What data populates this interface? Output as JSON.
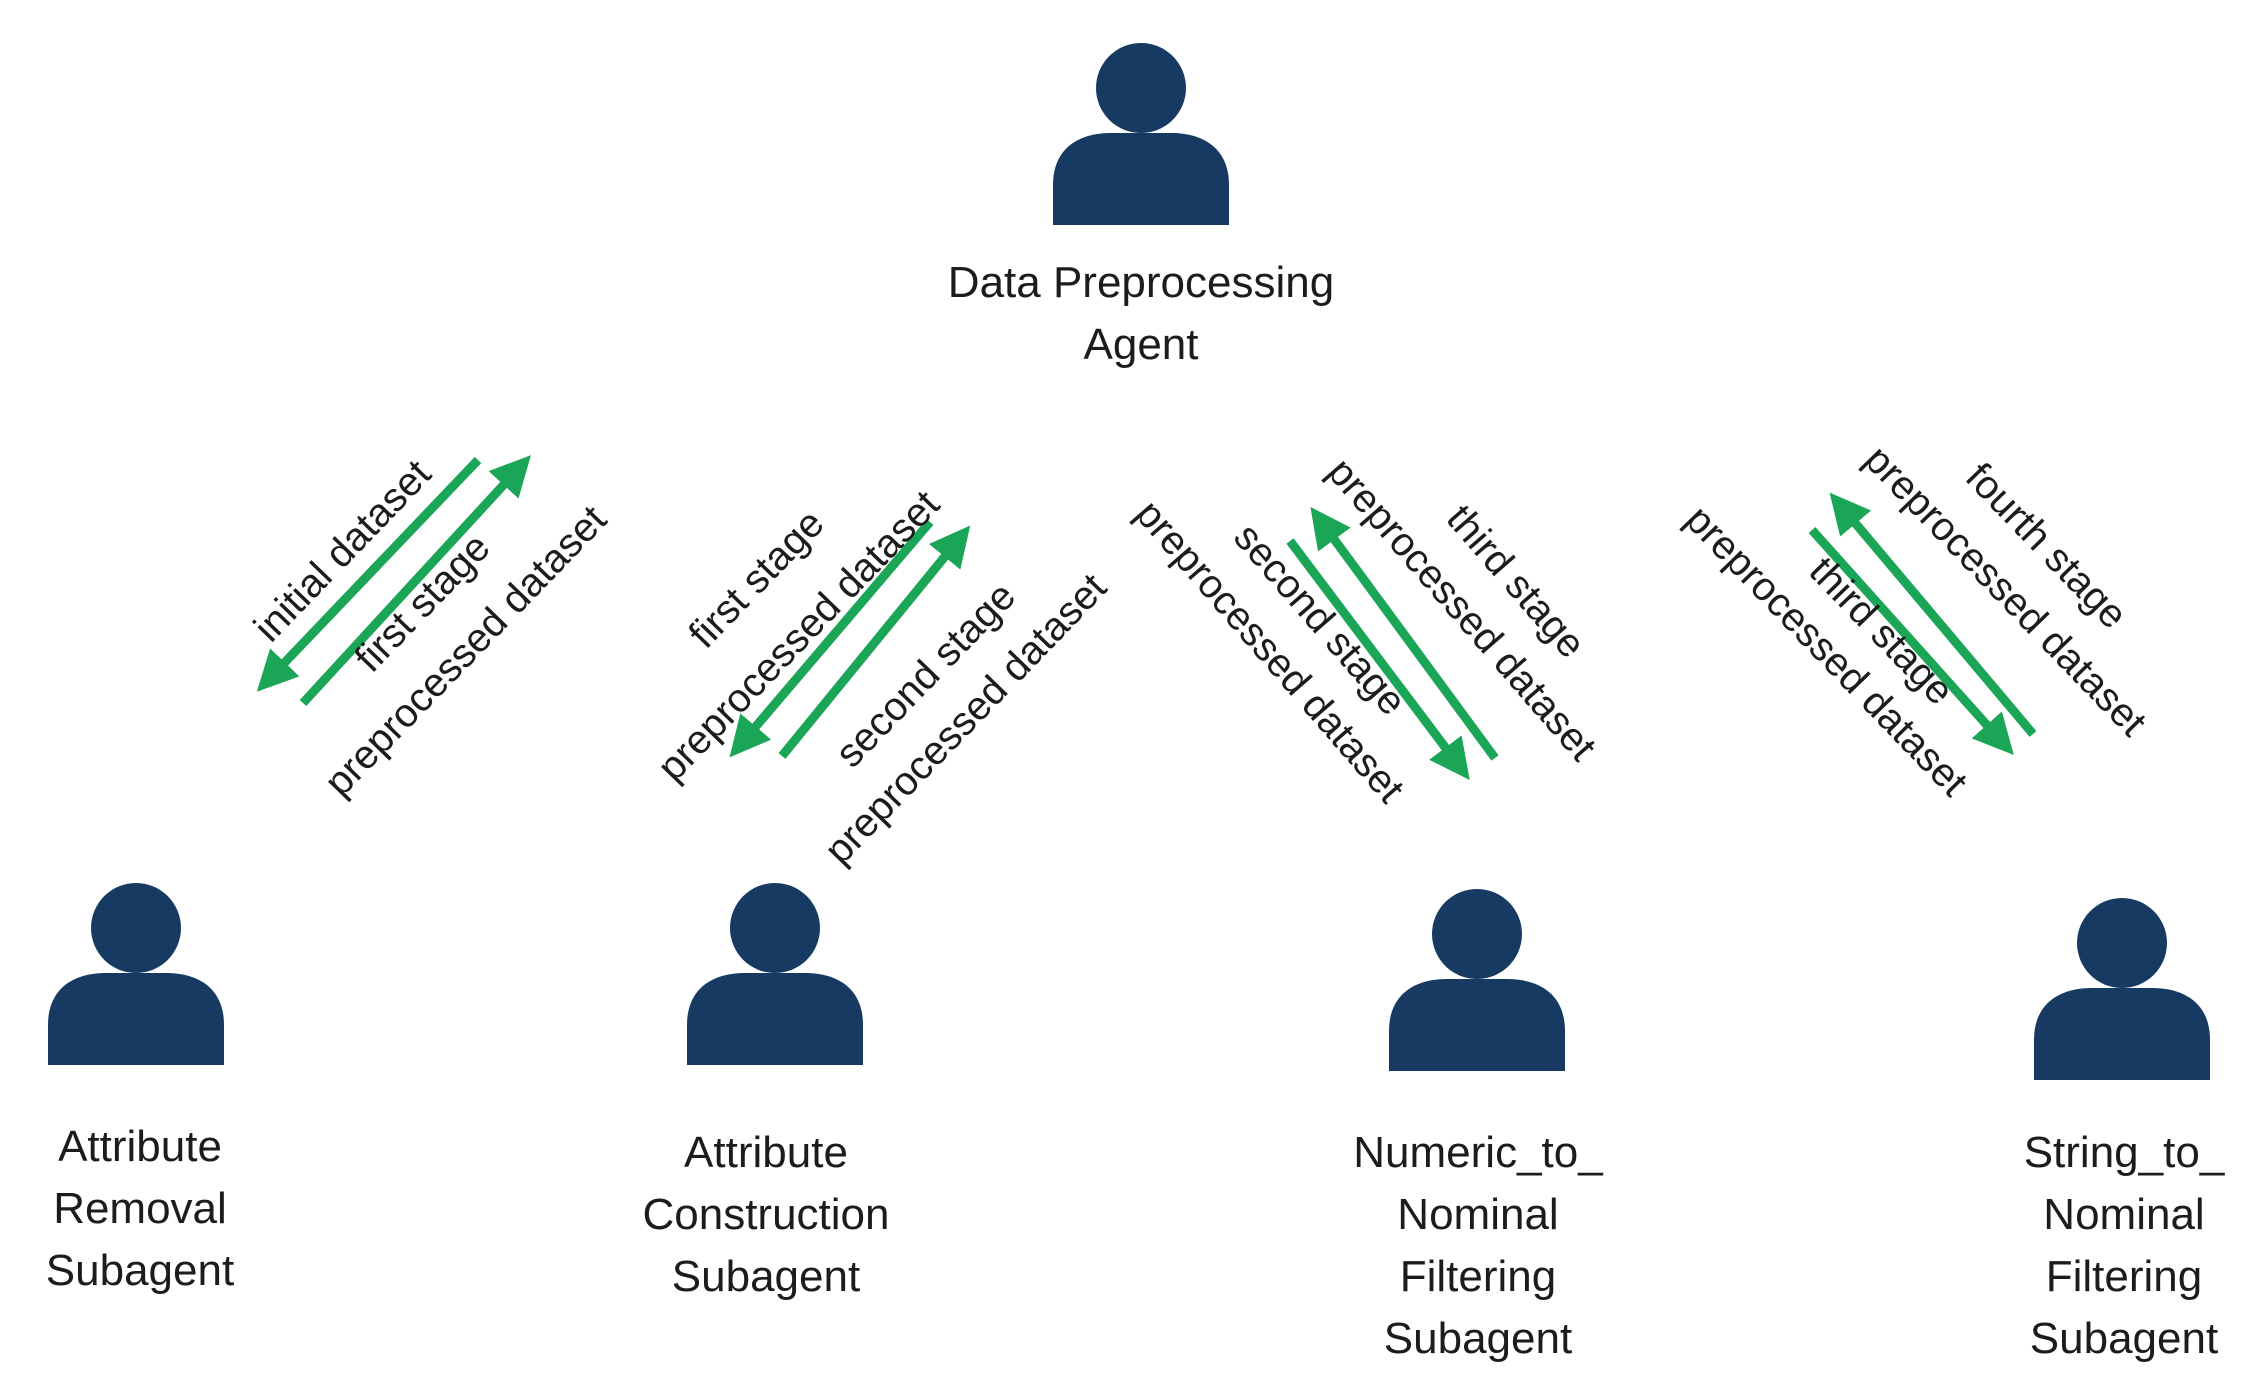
{
  "colors": {
    "person": "#173a63",
    "arrow": "#1aa557",
    "text": "#1c1c1c",
    "background": "#ffffff"
  },
  "agent": {
    "icon": "person-icon",
    "label_lines": [
      "Data Preprocessing",
      "Agent"
    ]
  },
  "subagents": [
    {
      "id": "attribute-removal",
      "icon": "person-icon",
      "label_lines": [
        "Attribute",
        "Removal",
        "Subagent"
      ]
    },
    {
      "id": "attribute-construction",
      "icon": "person-icon",
      "label_lines": [
        "Attribute",
        "Construction",
        "Subagent"
      ]
    },
    {
      "id": "numeric-to-nominal",
      "icon": "person-icon",
      "label_lines": [
        "Numeric_to_",
        "Nominal",
        "Filtering",
        "Subagent"
      ]
    },
    {
      "id": "string-to-nominal",
      "icon": "person-icon",
      "label_lines": [
        "String_to_",
        "Nominal",
        "Filtering",
        "Subagent"
      ]
    }
  ],
  "edges": [
    {
      "pair": "agent-attribute-removal",
      "down_label": [
        "initial dataset"
      ],
      "up_label": [
        "first stage",
        "preprocessed dataset"
      ]
    },
    {
      "pair": "agent-attribute-construction",
      "down_label": [
        "first stage",
        "preprocessed dataset"
      ],
      "up_label": [
        "second stage",
        "preprocessed dataset"
      ]
    },
    {
      "pair": "agent-numeric-to-nominal",
      "down_label": [
        "second stage",
        "preprocessed dataset"
      ],
      "up_label": [
        "third stage",
        "preprocessed dataset"
      ]
    },
    {
      "pair": "agent-string-to-nominal",
      "down_label": [
        "third stage",
        "preprocessed dataset"
      ],
      "up_label": [
        "fourth stage",
        "preprocessed dataset"
      ]
    }
  ]
}
